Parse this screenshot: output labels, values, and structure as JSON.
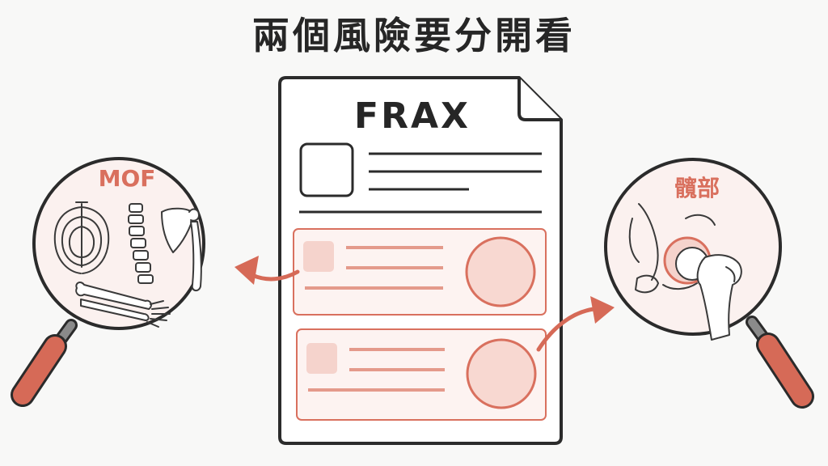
{
  "title": "兩個風險要分開看",
  "document": {
    "heading": "FRAX"
  },
  "left_lens": {
    "label": "MOF",
    "icon": "skeleton-bones-icon"
  },
  "right_lens": {
    "label": "髖部",
    "icon": "hip-joint-icon"
  },
  "colors": {
    "accent": "#d9705e",
    "accent_fill": "#f5d3cc",
    "accent_soft": "#fbe9e5",
    "handle": "#d66a57",
    "ink": "#2b2b2b",
    "background": "#f8f8f7"
  }
}
